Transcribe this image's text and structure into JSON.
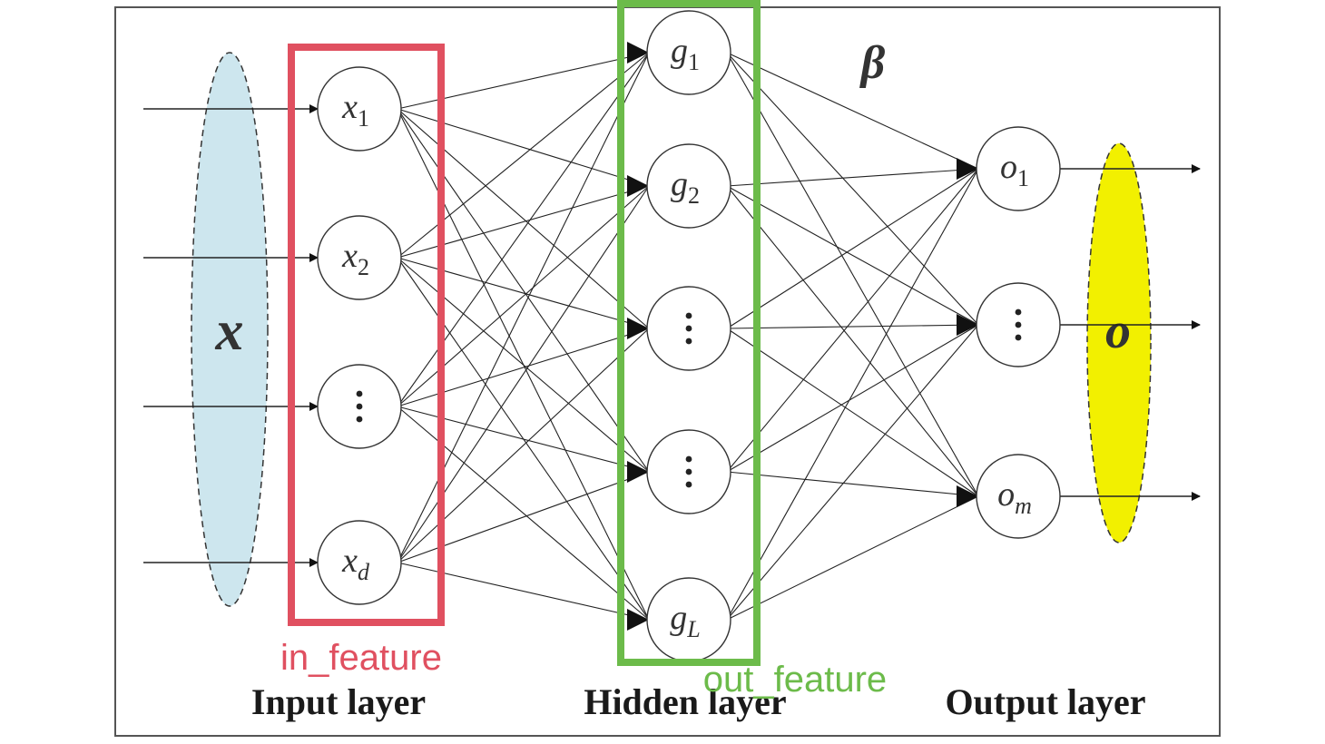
{
  "diagram": {
    "input_vector_label": "x",
    "output_vector_label": "o",
    "weights_label": "β",
    "input_nodes": [
      {
        "base": "x",
        "sub": "1"
      },
      {
        "base": "x",
        "sub": "2"
      },
      {
        "base": "",
        "sub": "",
        "dots": true
      },
      {
        "base": "x",
        "sub": "d"
      }
    ],
    "hidden_nodes": [
      {
        "base": "g",
        "sub": "1"
      },
      {
        "base": "g",
        "sub": "2"
      },
      {
        "base": "",
        "sub": "",
        "dots": true
      },
      {
        "base": "",
        "sub": "",
        "dots": true
      },
      {
        "base": "g",
        "sub": "L"
      }
    ],
    "output_nodes": [
      {
        "base": "o",
        "sub": "1"
      },
      {
        "base": "",
        "sub": "",
        "dots": true
      },
      {
        "base": "o",
        "sub": "m"
      }
    ],
    "layer_labels": {
      "input": "Input layer",
      "hidden": "Hidden layer",
      "output": "Output layer"
    },
    "annotations": {
      "in_feature": "in_feature",
      "out_feature": "out_feature"
    },
    "colors": {
      "input_ellipse": "#cde6ee",
      "output_ellipse": "#f2f000",
      "in_feature_box": "#e05060",
      "out_feature_box": "#6cbb4a"
    }
  }
}
